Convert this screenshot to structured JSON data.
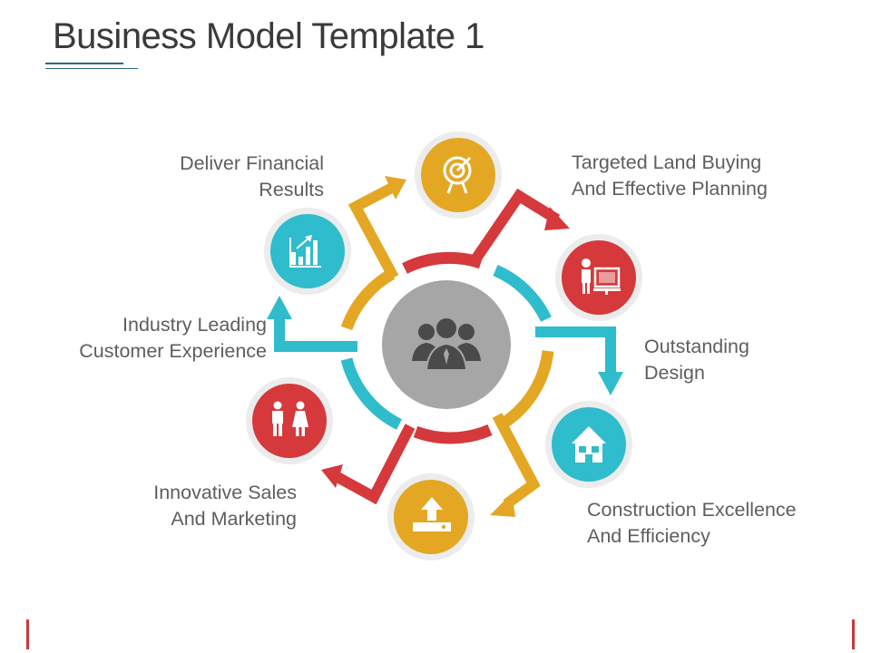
{
  "title": "Business Model Template 1",
  "labels": {
    "deliver": [
      "Deliver Financial",
      "Results"
    ],
    "targeted": [
      "Targeted Land Buying",
      "And Effective Planning"
    ],
    "outstanding": [
      "Outstanding",
      "Design"
    ],
    "construction": [
      "Construction Excellence",
      "And Efficiency"
    ],
    "innovative": [
      "Innovative Sales",
      "And Marketing"
    ],
    "industry": [
      "Industry Leading",
      "Customer Experience"
    ]
  },
  "icons": {
    "center": "group-of-people-icon",
    "n1": "target-icon",
    "n2": "presenter-icon",
    "n3": "house-icon",
    "n4": "upload-icon",
    "n5": "people-icon",
    "n6": "bar-chart-icon"
  },
  "colors": {
    "yellow": "#e3a724",
    "red": "#d5393b",
    "teal": "#2fbccc",
    "center": "#a6a6a6",
    "ring_bg": "#ececec"
  }
}
